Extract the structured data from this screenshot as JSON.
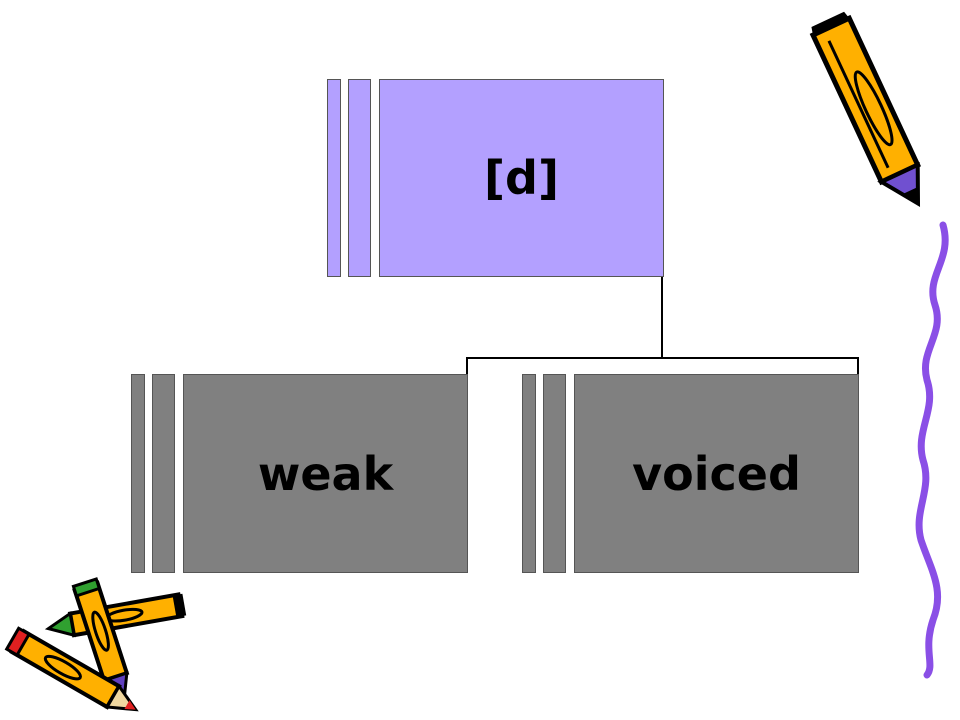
{
  "diagram": {
    "root": {
      "label": "[d]",
      "color": "#b3a0ff"
    },
    "children": [
      {
        "label": "weak",
        "color": "#808080"
      },
      {
        "label": "voiced",
        "color": "#808080"
      }
    ]
  },
  "decorations": {
    "pencil_top_right": "pencil-icon",
    "squiggle_right": "wavy-line",
    "pencils_bottom_left": "pencils-icon"
  }
}
